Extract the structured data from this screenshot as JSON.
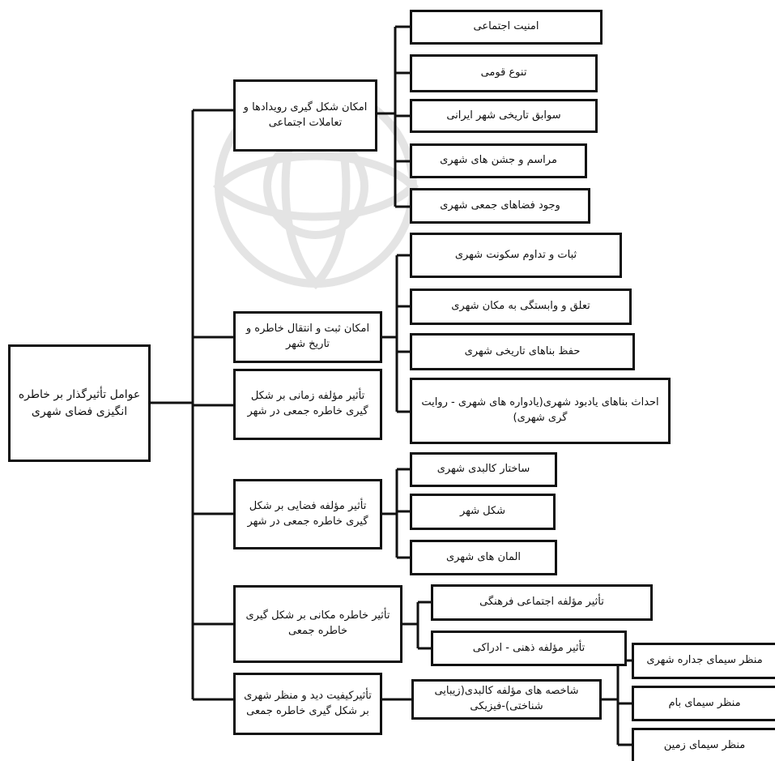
{
  "root": {
    "label": "عوامل تأثیرگذار بر خاطره انگیزی فضای شهری"
  },
  "categories": [
    {
      "label": "امکان شکل گیری رویدادها و تعاملات اجتماعی",
      "items": [
        "امنیت اجتماعی",
        "تنوع قومی",
        "سوابق تاریخی شهر ایرانی",
        "مراسم و جشن های شهری",
        "وجود فضاهای جمعی شهری"
      ]
    },
    {
      "label": "امکان ثبت و انتقال خاطره و تاریخ شهر",
      "items": []
    },
    {
      "label": "تأثیر مؤلفه زمانی بر شکل گیری خاطره جمعی در شهر",
      "items": [
        "ثبات و تداوم سکونت شهری",
        "تعلق و وابستگی به مکان شهری",
        "حفظ بناهای تاریخی شهری",
        "احداث بناهای یادبود شهری(یادواره های شهری - روایت گری شهری)"
      ]
    },
    {
      "label": "تأثیر مؤلفه فضایی بر شکل گیری خاطره جمعی در شهر",
      "items": [
        "ساختار کالبدی شهری",
        "شکل شهر",
        "المان های شهری"
      ]
    },
    {
      "label": "تأثیر خاطره مکانی بر شکل گیری خاطره جمعی",
      "items": [
        "تأثیر مؤلفه اجتماعی فرهنگی",
        "تأثیر مؤلفه ذهنی - ادراکی"
      ]
    },
    {
      "label": "تأثیرکیفیت دید و منظر شهری بر شکل گیری خاطره جمعی",
      "items": [
        "شاخصه های مؤلفه کالبدی(زیبایی شناختی)-فیزیکی"
      ]
    }
  ],
  "subitems": [
    "منظر سیمای جداره شهری",
    "منظر سیمای بام",
    "منظر سیمای زمین"
  ]
}
